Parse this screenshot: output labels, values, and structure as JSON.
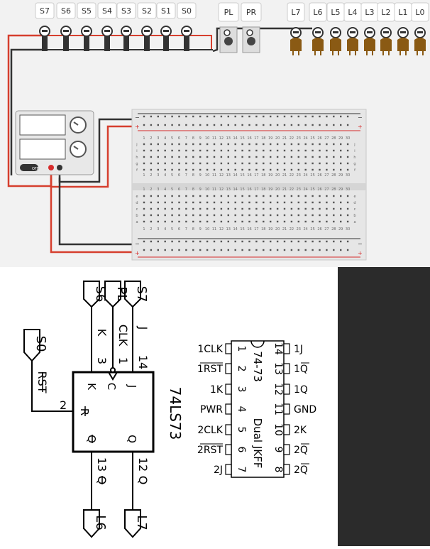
{
  "switches": [
    "S7",
    "S6",
    "S5",
    "S4",
    "S3",
    "S2",
    "S1",
    "S0"
  ],
  "buttons": [
    "PL",
    "PR"
  ],
  "leds": [
    "L7",
    "L6",
    "L5",
    "L4",
    "L3",
    "L2",
    "L1",
    "L0"
  ],
  "power_supply": {
    "off_label": "OFF"
  },
  "breadboard": {
    "columns": [
      "1",
      "2",
      "3",
      "4",
      "5",
      "6",
      "7",
      "8",
      "9",
      "10",
      "11",
      "12",
      "13",
      "14",
      "15",
      "16",
      "17",
      "18",
      "19",
      "20",
      "21",
      "22",
      "23",
      "24",
      "25",
      "26",
      "27",
      "28",
      "29",
      "30"
    ],
    "rows_top": [
      "j",
      "i",
      "h",
      "g",
      "f"
    ],
    "rows_bottom": [
      "e",
      "d",
      "c",
      "b",
      "a"
    ],
    "rail_minus": "−",
    "rail_plus": "+"
  },
  "schematic": {
    "inputs": {
      "s6": "S6",
      "pl": "PL",
      "s7": "S7",
      "s0": "S0"
    },
    "outputs": {
      "l6": "L6",
      "l7": "L7"
    },
    "wire_labels": {
      "k": "K",
      "clk": "CLK",
      "j": "J",
      "rst": "RST",
      "qbar": "Q",
      "q": "Q"
    },
    "pin_numbers": {
      "k": "3",
      "clk": "1",
      "j": "14",
      "rst": "2",
      "qbar": "13",
      "q": "12"
    },
    "box_pins": {
      "k": "K",
      "c": "C",
      "j": "J",
      "r": "R",
      "qbar": "Q",
      "q": "Q"
    },
    "chip_name": "74LS73"
  },
  "pinout": {
    "body_top": "74-73",
    "body_bottom": "Dual JKFF",
    "left": [
      {
        "num": "1",
        "label": "1CLK"
      },
      {
        "num": "2",
        "label": "1RST"
      },
      {
        "num": "3",
        "label": "1K"
      },
      {
        "num": "4",
        "label": "PWR"
      },
      {
        "num": "5",
        "label": "2CLK"
      },
      {
        "num": "6",
        "label": "2RST"
      },
      {
        "num": "7",
        "label": "2J"
      }
    ],
    "right": [
      {
        "num": "14",
        "label": "1J"
      },
      {
        "num": "13",
        "label": "1Q"
      },
      {
        "num": "12",
        "label": "1Q"
      },
      {
        "num": "11",
        "label": "GND"
      },
      {
        "num": "10",
        "label": "2K"
      },
      {
        "num": "9",
        "label": "2Q"
      },
      {
        "num": "8",
        "label": "2Q"
      }
    ]
  }
}
